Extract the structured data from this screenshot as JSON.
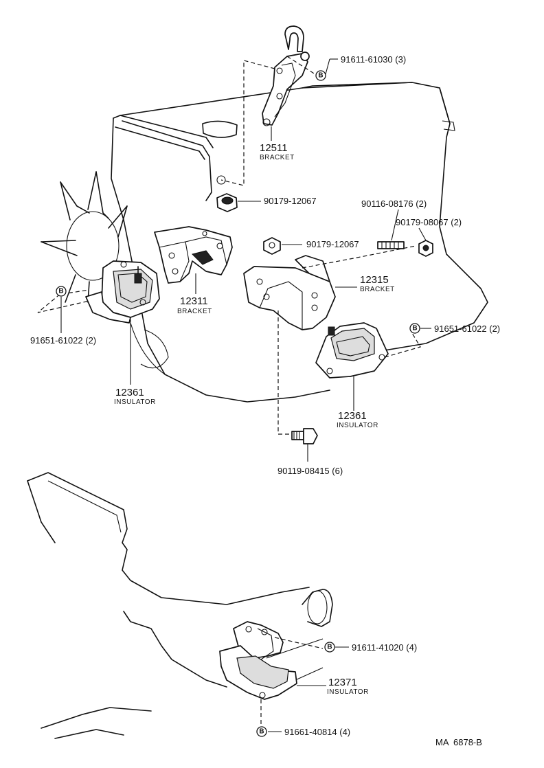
{
  "parts": {
    "p91611_61030": "91611-61030 (3)",
    "p12511": "12511",
    "p12511_sub": "BRACKET",
    "p90179_12067_a": "90179-12067",
    "p90116_08176": "90116-08176 (2)",
    "p90179_08067": "90179-08067 (2)",
    "p90179_12067_b": "90179-12067",
    "p12315": "12315",
    "p12315_sub": "BRACKET",
    "p12311": "12311",
    "p12311_sub": "BRACKET",
    "p91651_61022_left": "91651-61022 (2)",
    "p91651_61022_right": "91651-61022 (2)",
    "p12361_left": "12361",
    "p12361_left_sub": "INSULATOR",
    "p12361_right": "12361",
    "p12361_right_sub": "INSULATOR",
    "p90119_08415": "90119-08415 (6)",
    "p91611_41020": "91611-41020 (4)",
    "p12371": "12371",
    "p12371_sub": "INSULATOR",
    "p91661_40814": "91661-40814 (4)"
  },
  "callout_letter": "B",
  "reference_code": "MA  6878-B"
}
